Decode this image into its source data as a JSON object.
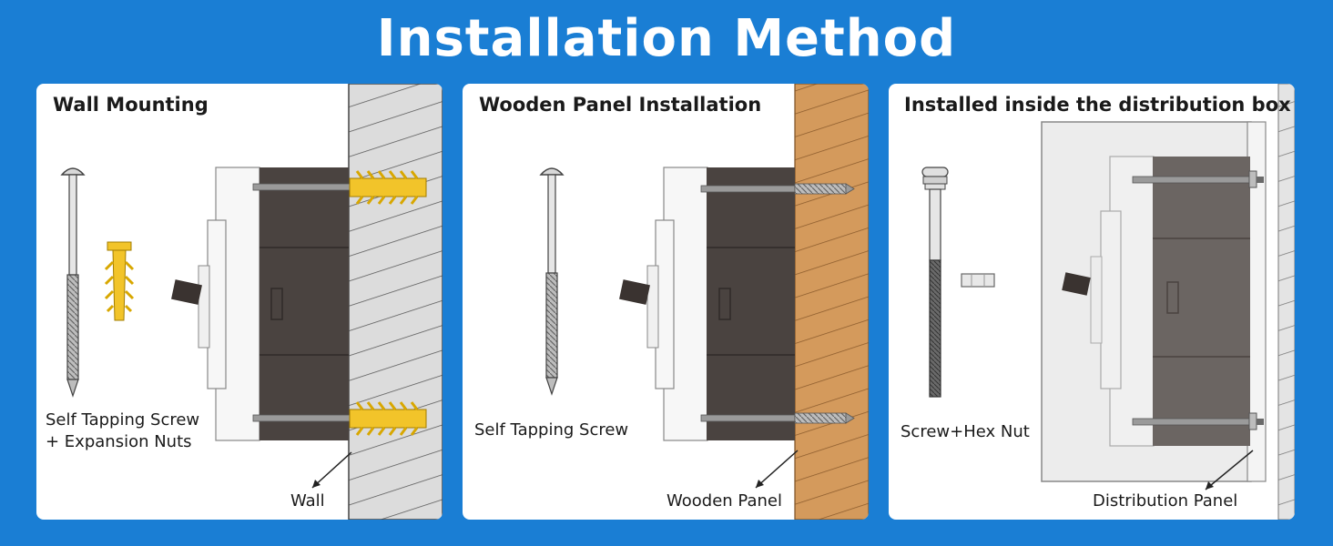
{
  "title": "Installation Method",
  "panels": [
    {
      "title": "Wall Mounting",
      "fastener_label_line1": "Self Tapping Screw",
      "fastener_label_line2": "+ Expansion Nuts",
      "surface_label": "Wall"
    },
    {
      "title": "Wooden Panel Installation",
      "fastener_label": "Self Tapping Screw",
      "surface_label": "Wooden Panel"
    },
    {
      "title": "Installed inside the distribution box",
      "fastener_label": "Screw+Hex Nut",
      "surface_label": "Distribution Panel"
    }
  ],
  "colors": {
    "background": "#1a7ed4",
    "panel": "#ffffff",
    "breaker_body": "#4a4340",
    "wall": "#dcdcdc",
    "wood": "#d49a5c",
    "anchor": "#f2c42a"
  }
}
